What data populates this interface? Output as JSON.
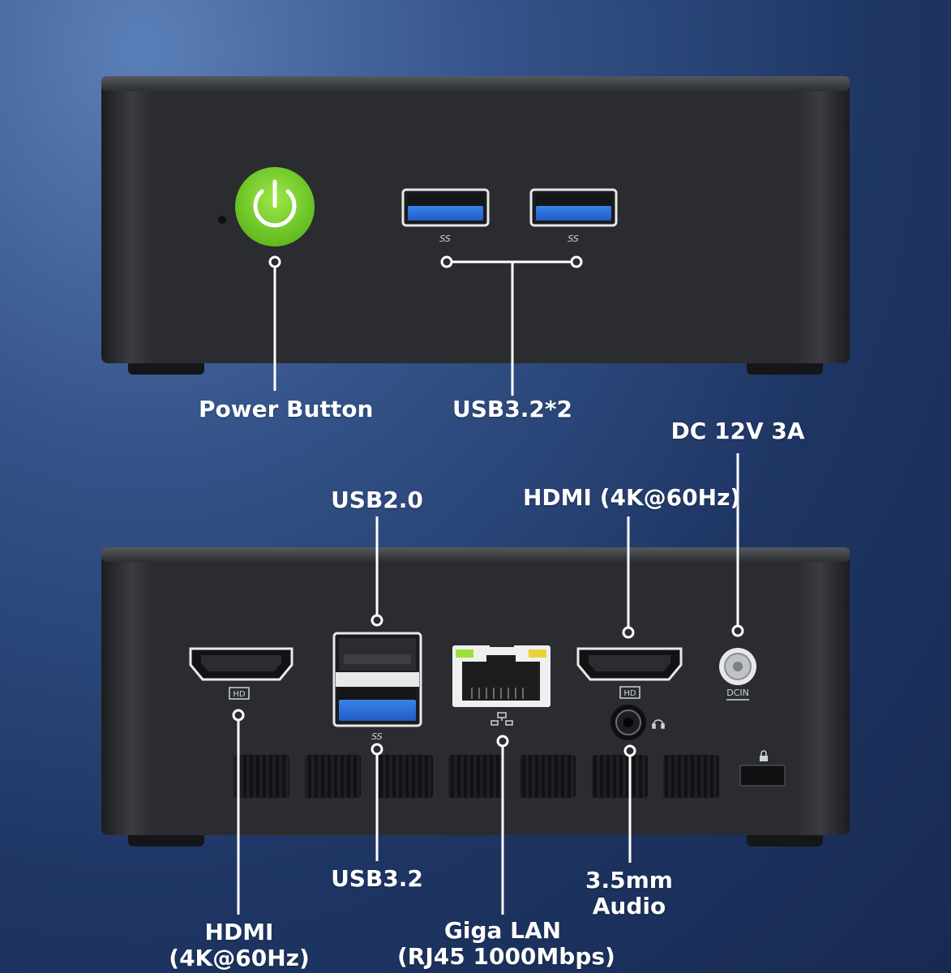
{
  "front_panel": {
    "power_button_label": "Power Button",
    "usb_pair_label": "USB3.2*2",
    "usb_logo_text": "SS",
    "power_button_color": "#7ed321"
  },
  "rear_panel": {
    "dc_label": "DC 12V 3A",
    "dc_port_text": "DCIN",
    "usb2_label": "USB2.0",
    "hdmi_right_label": "HDMI (4K@60Hz)",
    "hdmi_left_label_line1": "HDMI",
    "hdmi_left_label_line2": "(4K@60Hz)",
    "hdmi_port_text": "HD",
    "usb32_label": "USB3.2",
    "audio_label_line1": "3.5mm",
    "audio_label_line2": "Audio",
    "lan_label_line1": "Giga LAN",
    "lan_label_line2": "(RJ45 1000Mbps)"
  },
  "colors": {
    "background": "#1e3563",
    "device_body": "#2b2d30",
    "usb3_blue": "#2a6fd6",
    "lan_led_green": "#9be33a",
    "lan_led_yellow": "#e6d43a"
  }
}
